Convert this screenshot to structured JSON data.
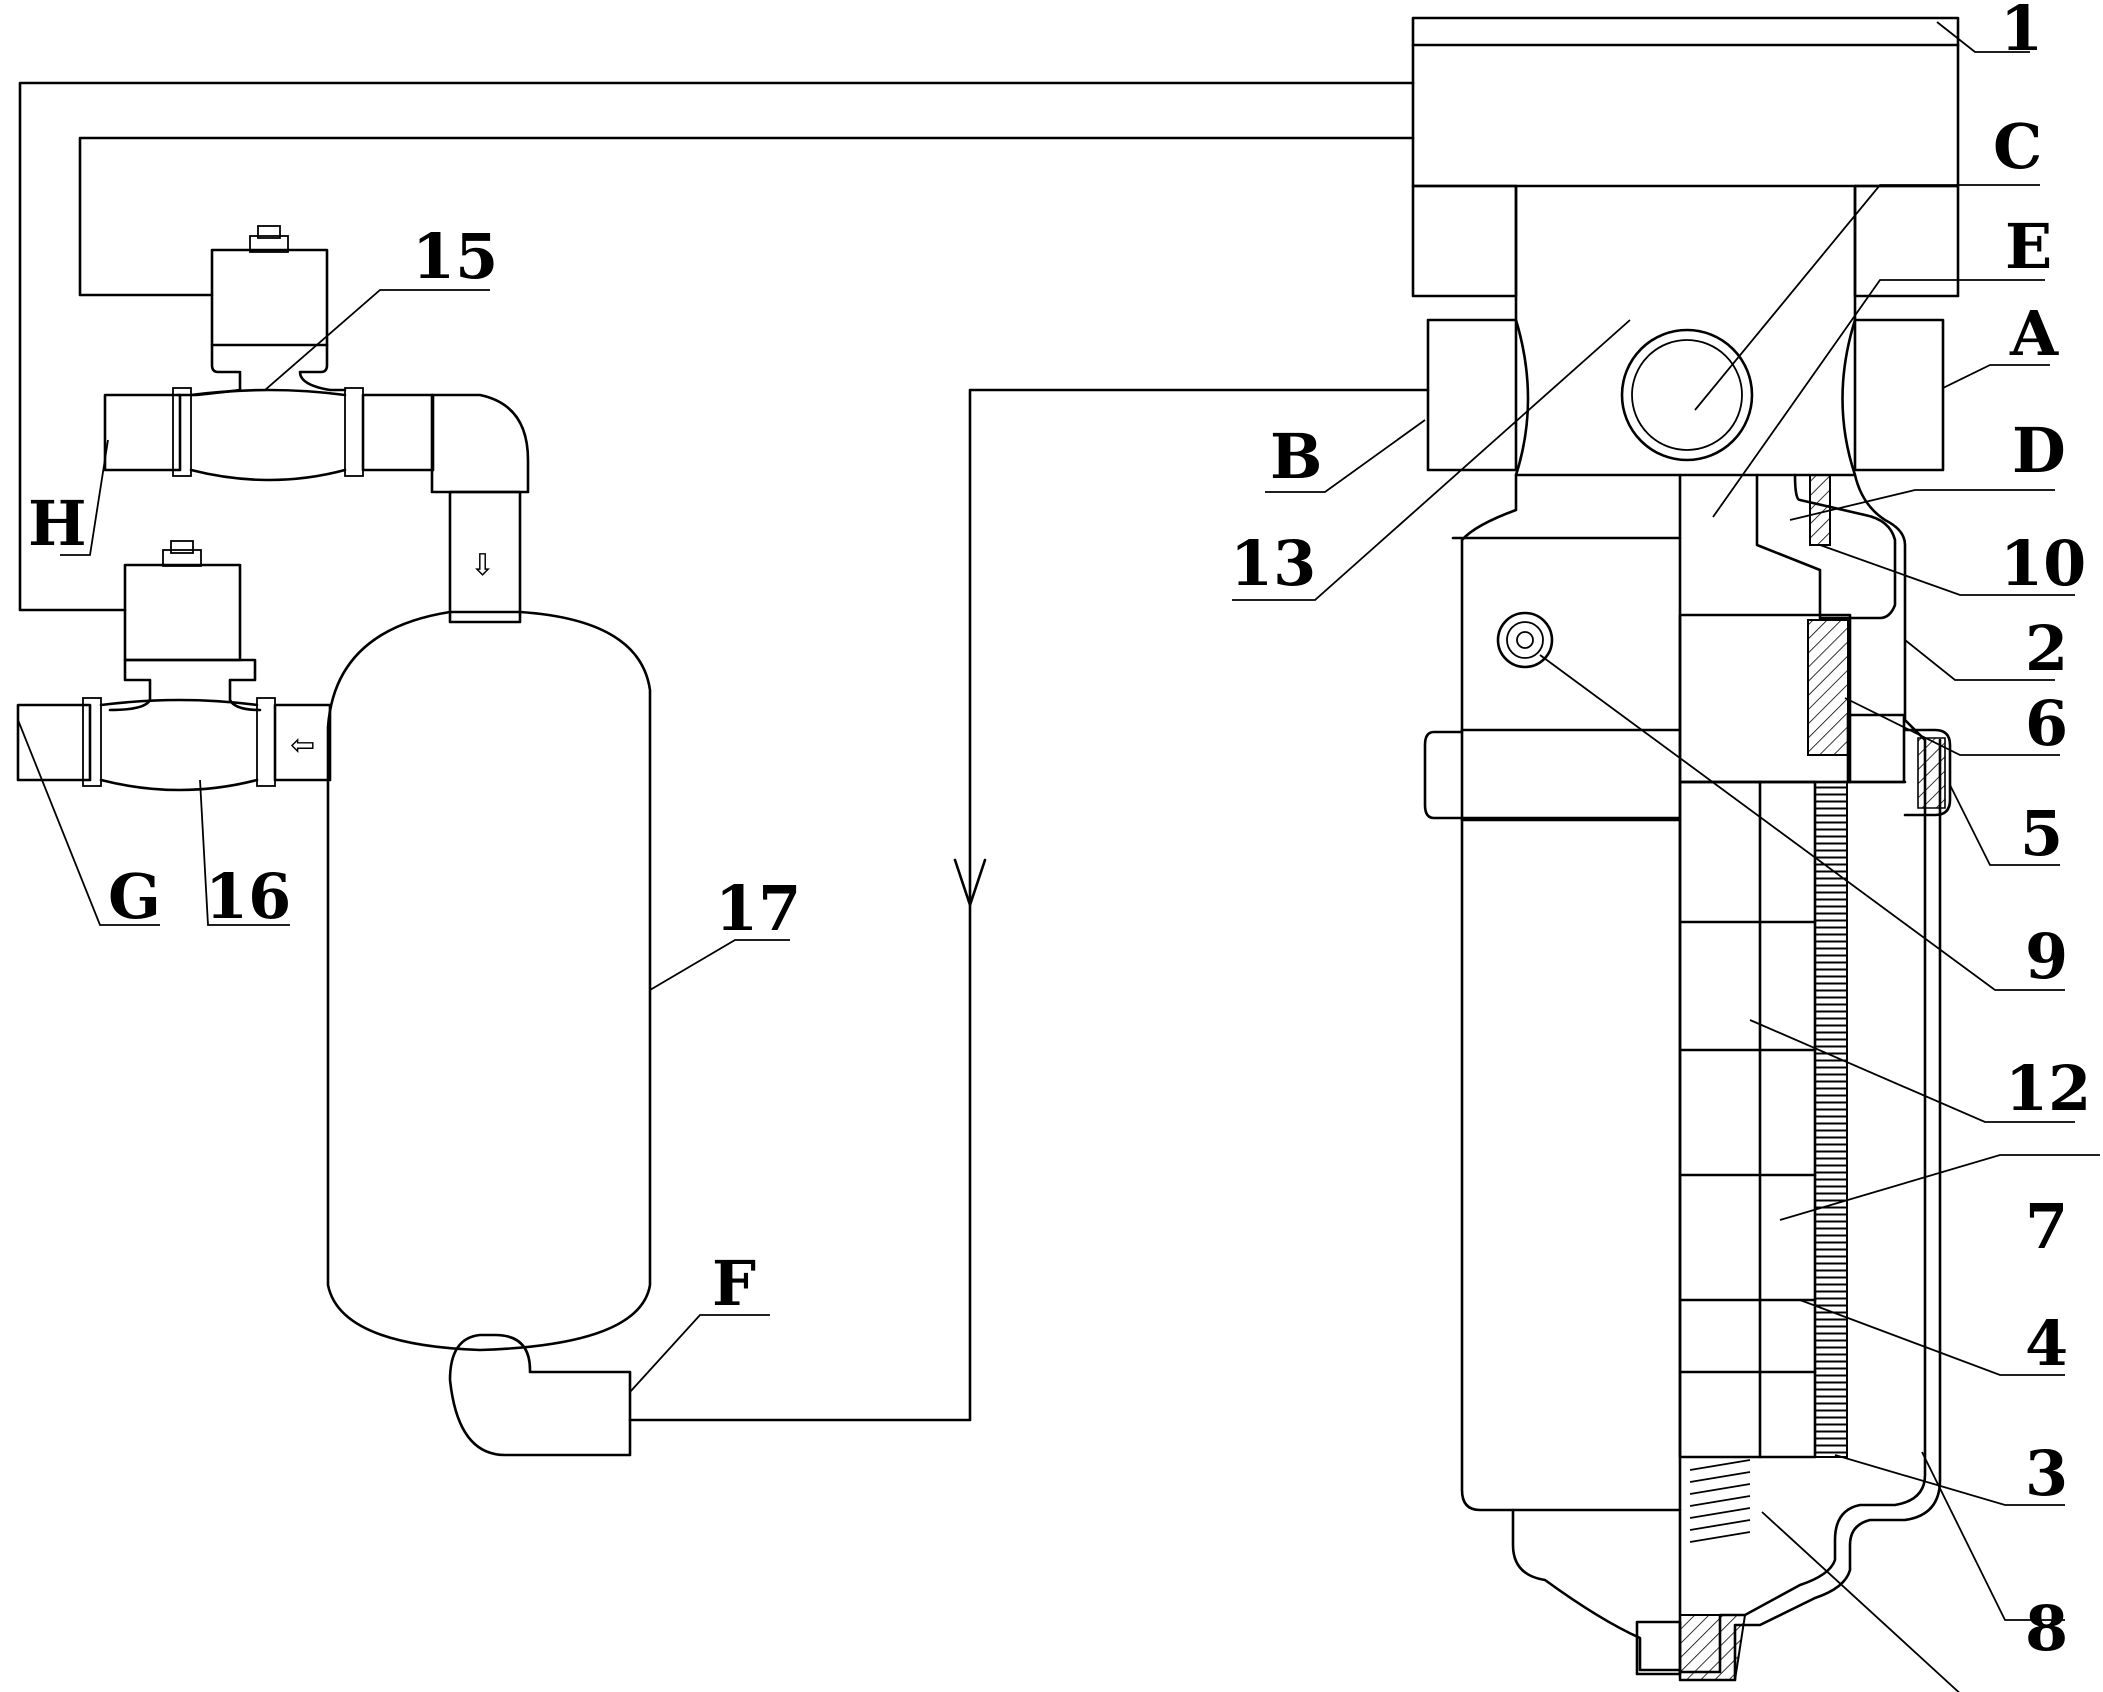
{
  "labels": {
    "l1": "1",
    "lC": "C",
    "lE": "E",
    "lA": "A",
    "lD": "D",
    "lB": "B",
    "l10": "10",
    "l13": "13",
    "l2": "2",
    "l6": "6",
    "l5": "5",
    "l9": "9",
    "l12": "12",
    "l7": "7",
    "l4": "4",
    "l3": "3",
    "l8": "8",
    "l15": "15",
    "lH": "H",
    "lG": "G",
    "l16": "16",
    "l17": "17",
    "lF": "F"
  },
  "flow_arrows": {
    "down": "⇩",
    "left": "⇦"
  }
}
